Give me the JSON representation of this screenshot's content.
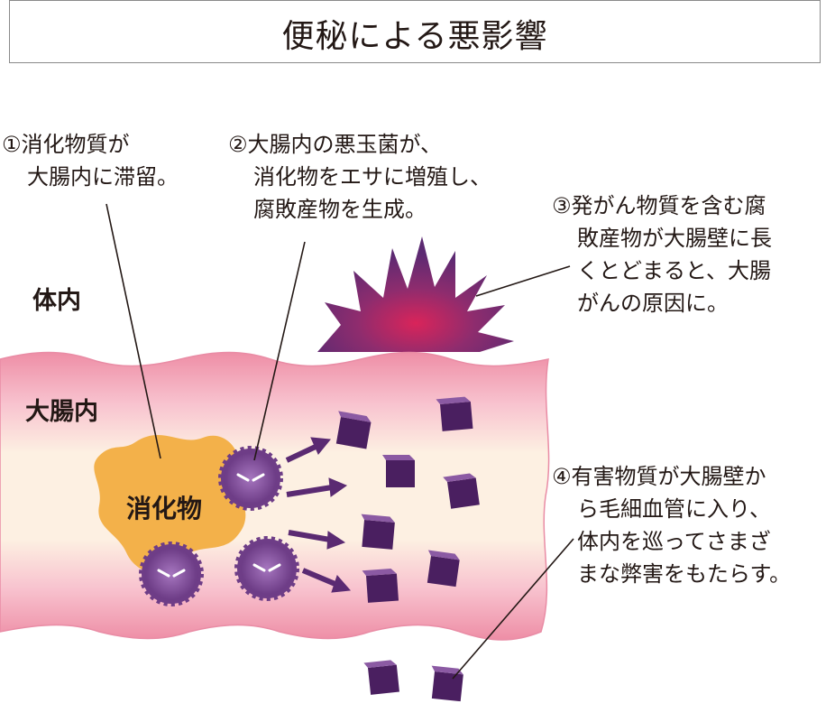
{
  "title": "便秘による悪影響",
  "labels": {
    "inside_body": "体内",
    "inside_colon": "大腸内",
    "digested": "消化物"
  },
  "notes": [
    {
      "lines": [
        "①消化物質が",
        "大腸内に滞留。"
      ]
    },
    {
      "lines": [
        "②大腸内の悪玉菌が、",
        "消化物をエサに増殖し、",
        "腐敗産物を生成。"
      ]
    },
    {
      "lines": [
        "③発がん物質を含む腐",
        "敗産物が大腸壁に長",
        "くとどまると、大腸",
        "がんの原因に。"
      ]
    },
    {
      "lines": [
        "④有害物質が大腸壁か",
        "ら毛細血管に入り、",
        "体内を巡ってさまざ",
        "まな弊害をもたらす。"
      ]
    }
  ],
  "colors": {
    "wall": "#f2a3b5",
    "interior": "#fdf0e2",
    "digested": "#f3b14a",
    "bacteria": "#6e3d87",
    "toxin": "#5a2a72"
  }
}
